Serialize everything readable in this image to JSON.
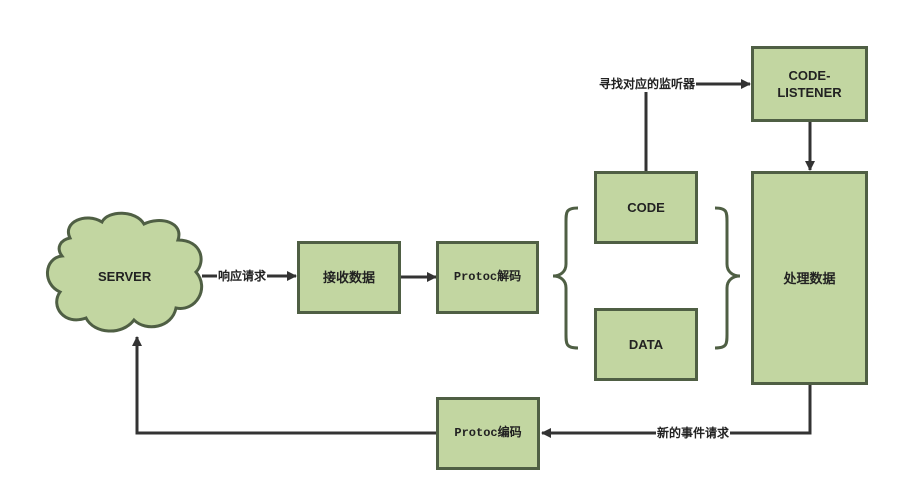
{
  "nodes": {
    "server": "SERVER",
    "receive": "接收数据",
    "decode": "Protoc解码",
    "code": "CODE",
    "data": "DATA",
    "listener": "CODE-\nLISTENER",
    "process": "处理数据",
    "encode": "Protoc编码"
  },
  "edges": {
    "response": "响应请求",
    "find_listener": "寻找对应的监听器",
    "new_event": "新的事件请求"
  },
  "colors": {
    "box_fill": "#c2d6a1",
    "box_border": "#4f5f44",
    "line": "#333333"
  }
}
